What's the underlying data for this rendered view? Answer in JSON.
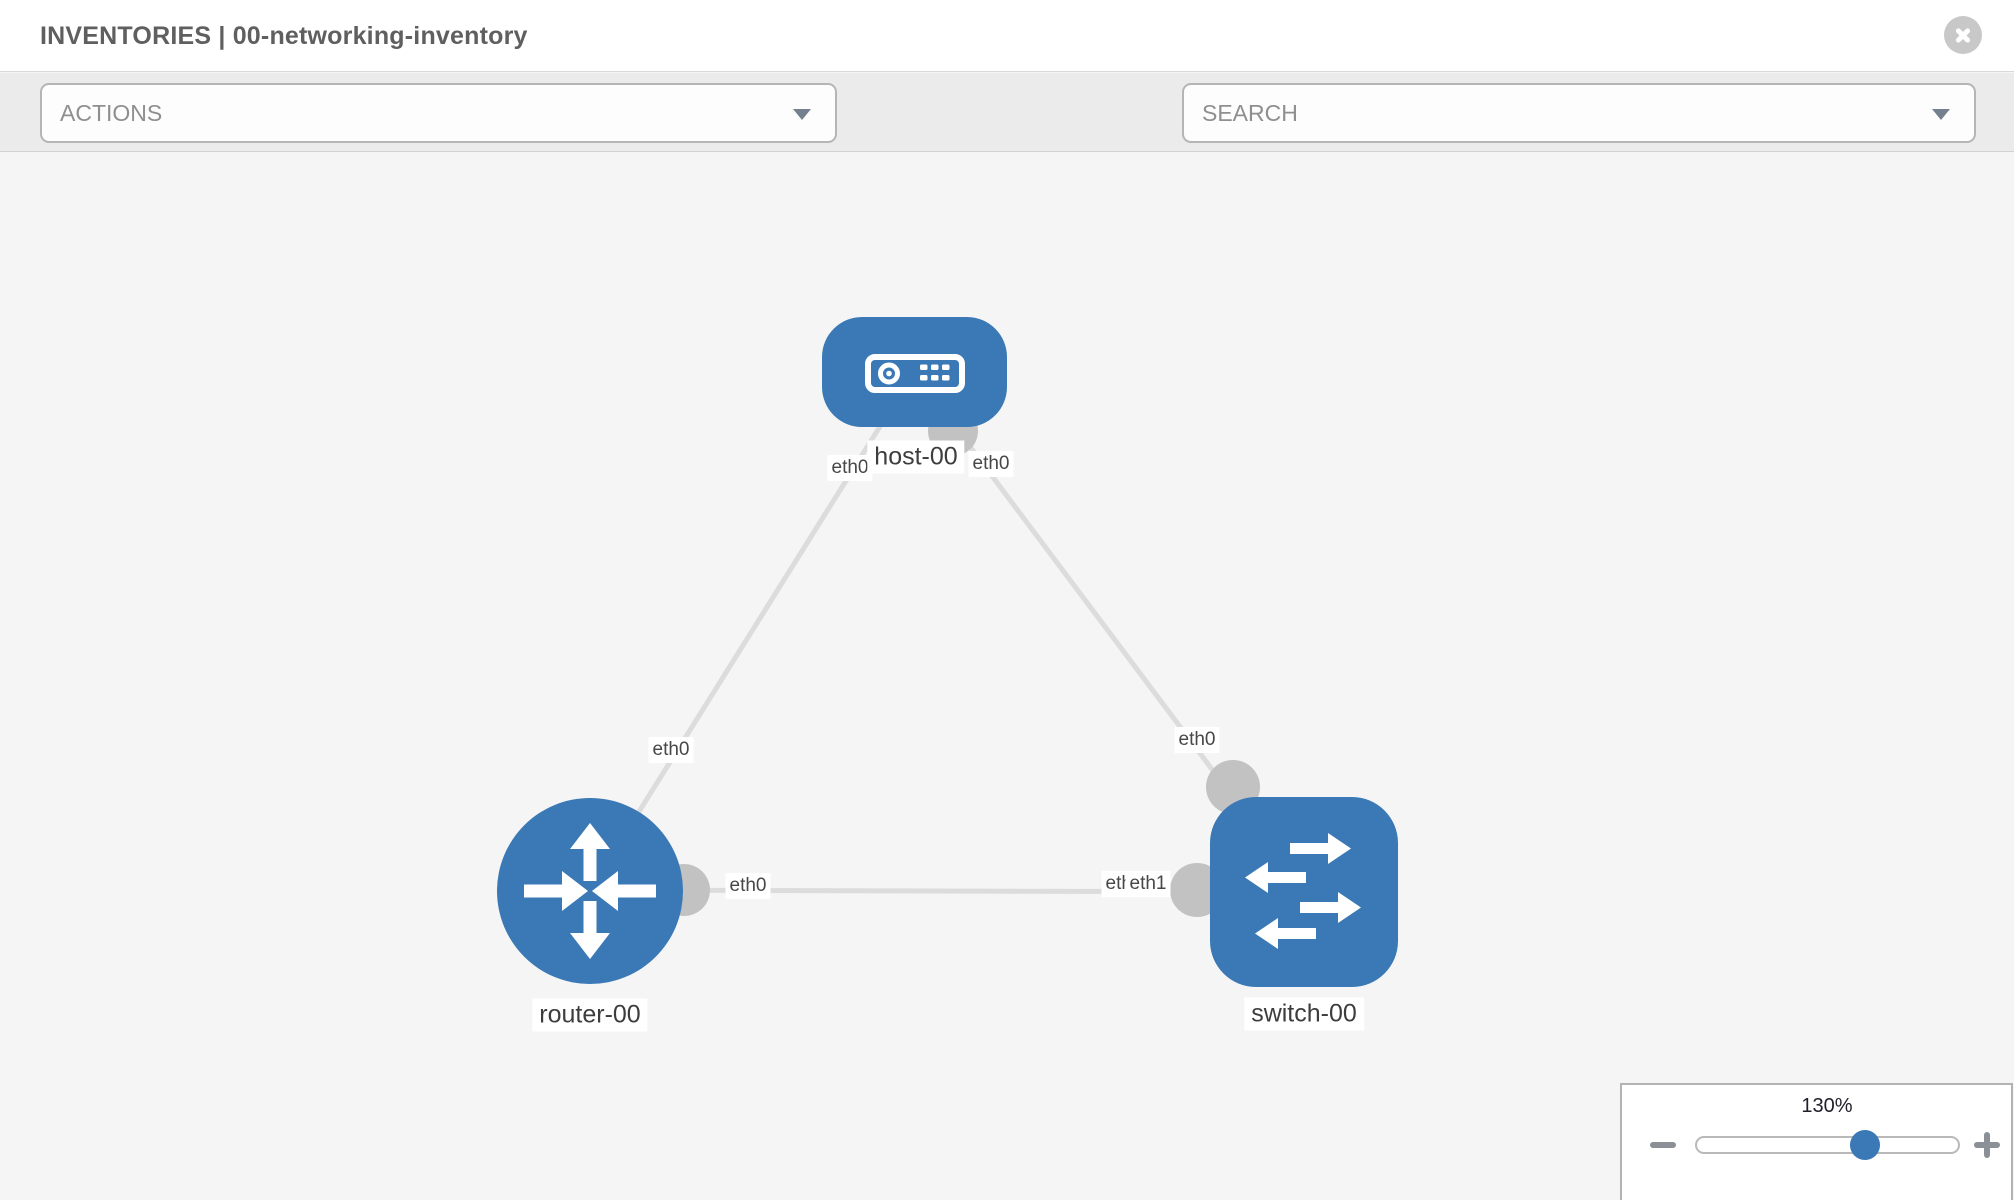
{
  "header": {
    "title": "INVENTORIES | 00-networking-inventory"
  },
  "toolbar": {
    "actions_placeholder": "ACTIONS",
    "search_placeholder": "SEARCH",
    "icons": [
      "wrench-icon",
      "key-icon"
    ]
  },
  "topology": {
    "nodes": [
      {
        "label": "host-00",
        "type": "host",
        "icon": "server-icon"
      },
      {
        "label": "router-00",
        "type": "router",
        "icon": "router-arrows-icon"
      },
      {
        "label": "switch-00",
        "type": "switch",
        "icon": "exchange-arrows-icon"
      }
    ],
    "links": [
      {
        "from": "host-00",
        "from_interface": "eth0",
        "to": "router-00",
        "to_interface": "eth0"
      },
      {
        "from": "host-00",
        "from_interface": "eth0",
        "to": "switch-00",
        "to_interface": "eth0"
      },
      {
        "from": "router-00",
        "from_interface": "eth0",
        "to": "switch-00",
        "to_interface": "eth1"
      }
    ],
    "extra_labels": [
      "eth0"
    ]
  },
  "zoom_control": {
    "level": "130%"
  },
  "colors": {
    "node_blue": "#3a79b5",
    "link_gray": "#dcdcdc",
    "interface_dot_gray": "#c2c2c2",
    "canvas_bg": "#f5f5f5",
    "toolbar_bg": "#ebebeb",
    "header_bg": "#ffffff",
    "muted_text": "#8f8f8f",
    "title_text": "#5f5f5f"
  }
}
